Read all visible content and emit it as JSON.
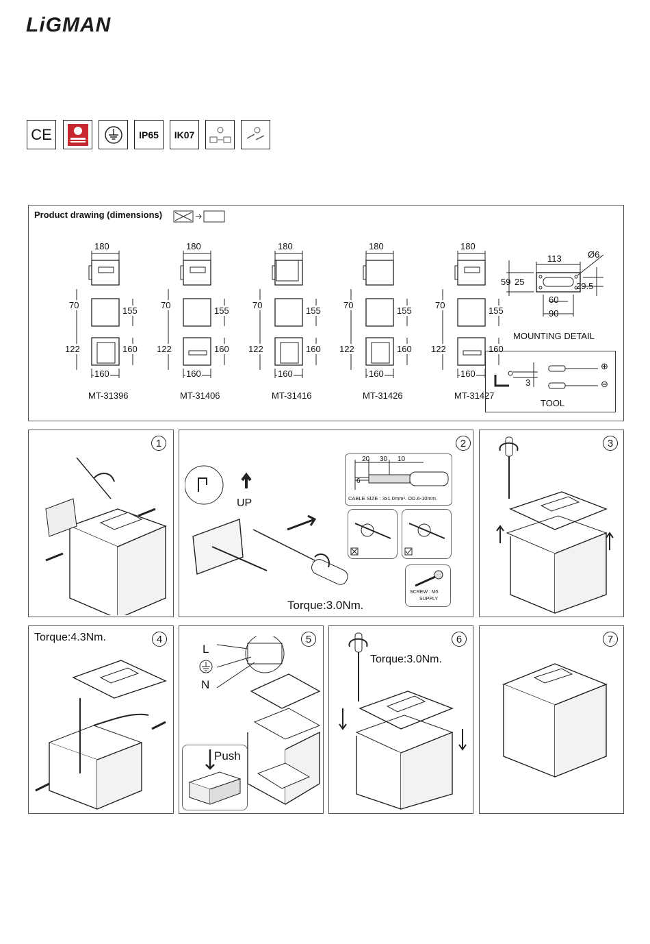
{
  "brand": "LiGMAN",
  "certs": [
    "CE",
    "",
    "",
    "IP65",
    "IK07",
    "",
    ""
  ],
  "drawing": {
    "title": "Product drawing (dimensions)",
    "models": [
      {
        "code": "MT-31396",
        "top": "180",
        "h1": "70",
        "h2": "155",
        "b1": "122",
        "b2": "160",
        "w": "160"
      },
      {
        "code": "MT-31406",
        "top": "180",
        "h1": "70",
        "h2": "155",
        "b1": "122",
        "b2": "160",
        "w": "160"
      },
      {
        "code": "MT-31416",
        "top": "180",
        "h1": "70",
        "h2": "155",
        "b1": "122",
        "b2": "160",
        "w": "160"
      },
      {
        "code": "MT-31426",
        "top": "180",
        "h1": "70",
        "h2": "155",
        "b1": "122",
        "b2": "160",
        "w": "160"
      },
      {
        "code": "MT-31427",
        "top": "180",
        "h1": "70",
        "h2": "155",
        "b1": "122",
        "b2": "160",
        "w": "160"
      }
    ],
    "mounting": {
      "label": "MOUNTING DETAIL",
      "d113": "113",
      "d6": "Ø6",
      "d59": "59",
      "d25": "25",
      "d295": "29.5",
      "d60": "60",
      "d90": "90"
    },
    "tool": {
      "label": "TOOL",
      "d3": "3",
      "plus": "⊕",
      "minus": "⊖"
    }
  },
  "steps": [
    {
      "num": "1"
    },
    {
      "num": "2",
      "up": "UP",
      "torque": "Torque:3.0Nm.",
      "cable": {
        "d20": "20",
        "d30": "30",
        "d10": "10",
        "d6": "6",
        "size": "CABLE SIZE : 3x1.0mm².  OD.6-10mm."
      },
      "screw": {
        "label": "SCREW : M5",
        "supply": "SUPPLY"
      }
    },
    {
      "num": "3"
    },
    {
      "num": "4",
      "torque": "Torque:4.3Nm."
    },
    {
      "num": "5",
      "L": "L",
      "N": "N",
      "push": "Push"
    },
    {
      "num": "6",
      "torque": "Torque:3.0Nm."
    },
    {
      "num": "7"
    }
  ]
}
